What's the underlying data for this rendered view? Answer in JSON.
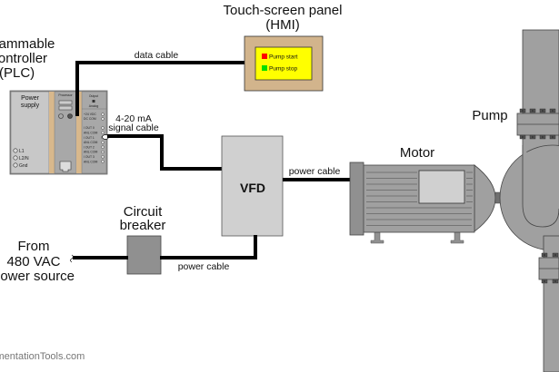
{
  "labels": {
    "plc_title_line1": "Programmable",
    "plc_title_line2": "Logic Controller",
    "plc_title_line3": "(PLC)",
    "hmi_title_line1": "Touch-screen panel",
    "hmi_title_line2": "(HMI)",
    "pump": "Pump",
    "motor": "Motor",
    "vfd": "VFD",
    "circuit_breaker_line1": "Circuit",
    "circuit_breaker_line2": "breaker",
    "source_line1": "From",
    "source_line2": "480 VAC",
    "source_line3": "power source",
    "watermark": "InstrumentationTools.com"
  },
  "cables": {
    "data_cable": "data cable",
    "signal_cable_line1": "4-20 mA",
    "signal_cable_line2": "signal cable",
    "vfd_to_motor": "power cable",
    "breaker_to_vfd": "power cable"
  },
  "plc": {
    "power_supply_line1": "Power",
    "power_supply_line2": "supply",
    "terminals": [
      "L1",
      "L2/N",
      "Gnd"
    ],
    "processor_label": "Processor",
    "output_label_line1": "Output",
    "output_label_line2": "Analog",
    "output_terminals": [
      "+24 VDC",
      "DC COM",
      "I OUT 0",
      "ANL COM",
      "I OUT 1",
      "ANL COM",
      "I OUT 2",
      "ANL COM",
      "I OUT 3",
      "ANL COM"
    ]
  },
  "hmi": {
    "buttons": [
      {
        "label": "Pump start",
        "color": "#ff0000"
      },
      {
        "label": "Pump stop",
        "color": "#00e000"
      }
    ],
    "screen_color": "#ffff00",
    "bezel_color": "#d2b48c"
  },
  "colors": {
    "equipment_gray": "#a0a0a0",
    "vfd_gray": "#d0d0d0",
    "breaker_gray": "#909090",
    "plc_tan": "#d8b88c"
  }
}
